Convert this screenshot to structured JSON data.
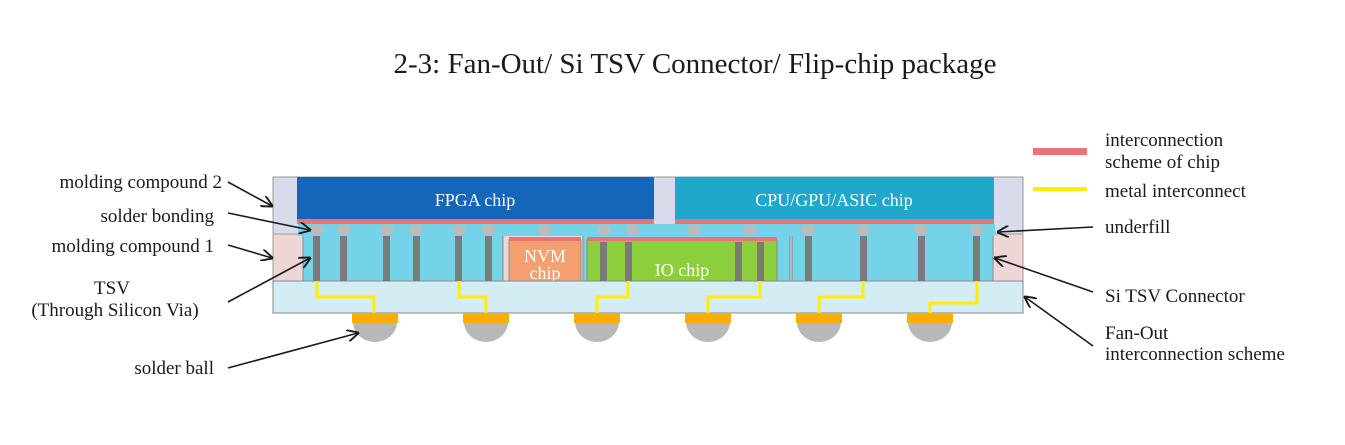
{
  "title": "2-3: Fan-Out/ Si TSV Connector/ Flip-chip package",
  "chips": {
    "fpga": "FPGA chip",
    "cpu": "CPU/GPU/ASIC chip",
    "nvm_line1": "NVM",
    "nvm_line2": "chip",
    "io": "IO chip"
  },
  "left_labels": {
    "molding_compound_2": "molding compound 2",
    "solder_bonding": "solder bonding",
    "molding_compound_1": "molding compound 1",
    "tsv_line1": "TSV",
    "tsv_line2": "(Through Silicon Via)",
    "solder_ball": "solder ball"
  },
  "right_labels": {
    "underfill": "underfill",
    "si_tsv_connector": "Si TSV Connector",
    "fan_out_line1": "Fan-Out",
    "fan_out_line2": "interconnection scheme"
  },
  "legend": {
    "chip_interconnect_line1": "interconnection",
    "chip_interconnect_line2": "scheme of chip",
    "metal_interconnect": "metal interconnect"
  },
  "colors": {
    "fpga": "#1565b8",
    "cpu": "#1fa8cc",
    "nvm": "#f4a070",
    "io": "#8ccf3c",
    "connector": "#74d3e8",
    "fanout": "#d4ecf4",
    "molding1": "#eed6d6",
    "molding2": "#d8dbe9",
    "chip_interconnect": "#e87575",
    "metal_interconnect": "#ffee00",
    "tsv": "#7a7a7a",
    "solder_ball": "#b8b8b8",
    "ball_pad": "#f5b000"
  }
}
